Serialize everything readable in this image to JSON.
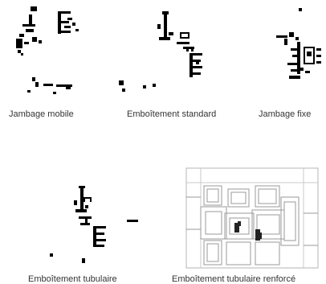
{
  "gallery": {
    "items": [
      {
        "caption": "Jambage mobile",
        "icon": "jambage-mobile-profile"
      },
      {
        "caption": "Emboîtement standard",
        "icon": "emboitement-standard-profile"
      },
      {
        "caption": "Jambage fixe",
        "icon": "jambage-fixe-profile"
      },
      {
        "caption": "Emboîtement tubulaire",
        "icon": "emboitement-tubulaire-profile"
      },
      {
        "caption": "Emboîtement tubulaire renforcé",
        "icon": "emboitement-tubulaire-renforce-profile"
      }
    ]
  },
  "colors": {
    "ink": "#000000",
    "caption": "#333333",
    "sketch": "#9a9a9a",
    "background": "#ffffff"
  }
}
